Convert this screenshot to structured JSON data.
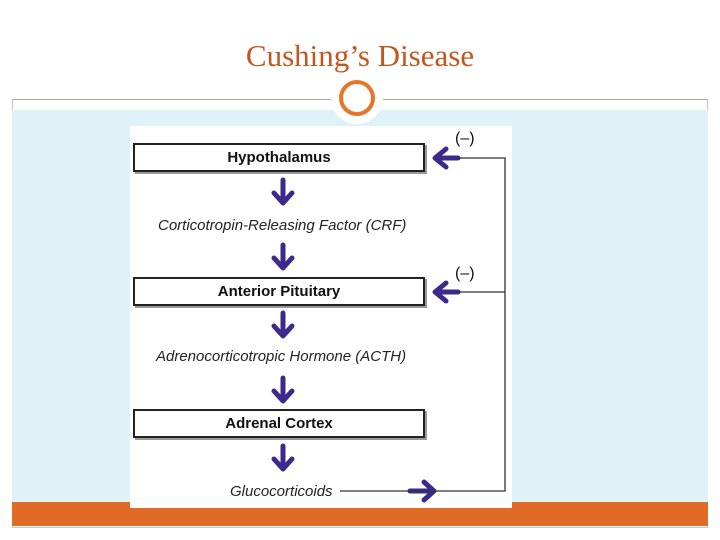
{
  "slide": {
    "title": "Cushing’s Disease"
  },
  "diagram": {
    "boxes": [
      "Hypothalamus",
      "Anterior Pituitary",
      "Adrenal Cortex"
    ],
    "intermediates": [
      "Corticotropin-Releasing Factor (CRF)",
      "Adrenocorticotropic Hormone (ACTH)",
      "Glucocorticoids"
    ],
    "feedback_labels": [
      "(–)",
      "(–)"
    ]
  },
  "colors": {
    "accent": "#e06a26",
    "arrow": "#3b2a8c",
    "content_bg": "#dff2f8"
  }
}
